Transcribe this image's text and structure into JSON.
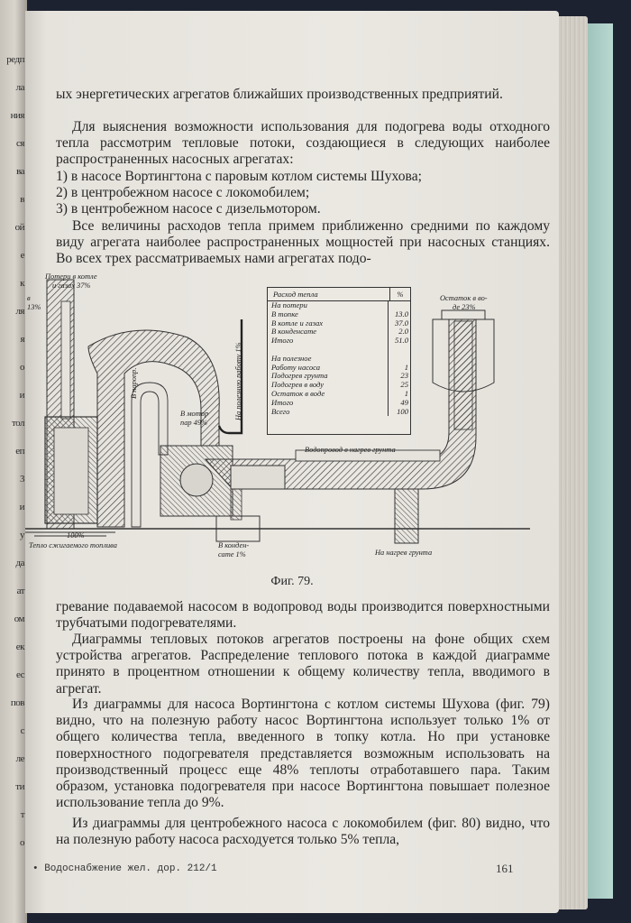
{
  "left_page_fragments": [
    "редп",
    "ла",
    "ния",
    "ся",
    "ва",
    "в",
    "ой",
    "е",
    "к",
    "ля",
    "я",
    "о",
    "и",
    "тол",
    "еп",
    "3",
    "и",
    "у",
    "да",
    "ат",
    "ом",
    "ек",
    "ес",
    "пов",
    "с",
    "ле",
    "ти",
    "т",
    "о"
  ],
  "paragraphs": {
    "p1": "ых энергетических агрегатов ближайших производственных предприятий.",
    "p2": "Для выяснения возможности использования для подогрева воды отходного тепла рассмотрим тепловые потоки, создающиеся в следующих наиболее распространенных насосных агрегатах:",
    "list": [
      "1) в насосе Вортингтона с паровым котлом системы Шухова;",
      "2) в центробежном насосе с локомобилем;",
      "3) в центробежном насосе с дизельмотором."
    ],
    "p3": "Все величины расходов тепла примем приближенно средними по каждому виду агрегата наиболее распространенных мощностей при насосных станциях. Во всех трех рассматриваемых нами агрегатах подо-",
    "p4": "гревание подаваемой насосом в водопровод воды производится поверхностными трубчатыми подогревателями.",
    "p5": "Диаграммы тепловых потоков агрегатов построены на фоне общих схем устройства агрегатов. Распределение теплового потока в каждой диаграмме принято в процентном отношении к общему количеству тепла, вводимого в агрегат.",
    "p6": "Из диаграммы для насоса Вортингтона с котлом системы Шухова (фиг. 79) видно, что на полезную работу насос Вортингтона использует только 1% от общего количества тепла, введенного в топку котла. Но при установке поверхностного подогревателя представляется возможным использовать на производственный процесс еще 48% теплоты отработавшего пара. Таким образом, установка подогревателя при насосе Вортингтона повышает полезное использование тепла до 9%.",
    "p7": "Из диаграммы для центробежного насоса с локомобилем (фиг. 80) видно, что на полезную работу насоса расходуется только 5% тепла,"
  },
  "figure": {
    "caption": "Фиг. 79.",
    "table": {
      "header": [
        "Расход тепла",
        "%"
      ],
      "rows": [
        [
          "На потери",
          ""
        ],
        [
          "В топке",
          "13.0"
        ],
        [
          "В котле и газах",
          "37.0"
        ],
        [
          "В конденсате",
          "2.0"
        ],
        [
          "Итого",
          "51.0"
        ],
        [
          "",
          ""
        ],
        [
          "На полезное",
          ""
        ],
        [
          "Работу насоса",
          "1"
        ],
        [
          "Подогрев грунта",
          "23"
        ],
        [
          "Подогрев в воду",
          "25"
        ],
        [
          "Остаток в воде",
          "1"
        ],
        [
          "Итого",
          "49"
        ],
        [
          "Всего",
          "100"
        ]
      ]
    },
    "labels": {
      "losses_boiler": "Потери в котле",
      "losses_gases": "и газах 37%",
      "losses_furnace": "в",
      "losses_furnace_pct": "13%",
      "residue": "Остаток в во-",
      "residue_pct": "де 23%",
      "useful_work": "На полезную работу 1%",
      "to_pipe_water": "В паропр.",
      "to_motor": "В мотор",
      "to_motor_pct": "пар 49%",
      "to_water_pipe": "Водопровод в нагрев грунта",
      "input_100": "100%",
      "fuel_heat": "Тепло сжигаемого топлива",
      "condensate": "В конден-",
      "condensate_pct": "сате 1%",
      "to_ground": "На нагрев грунта"
    }
  },
  "footer": {
    "left": "• Водоснабжение жел. дор. 212/1",
    "page_number": "161"
  }
}
